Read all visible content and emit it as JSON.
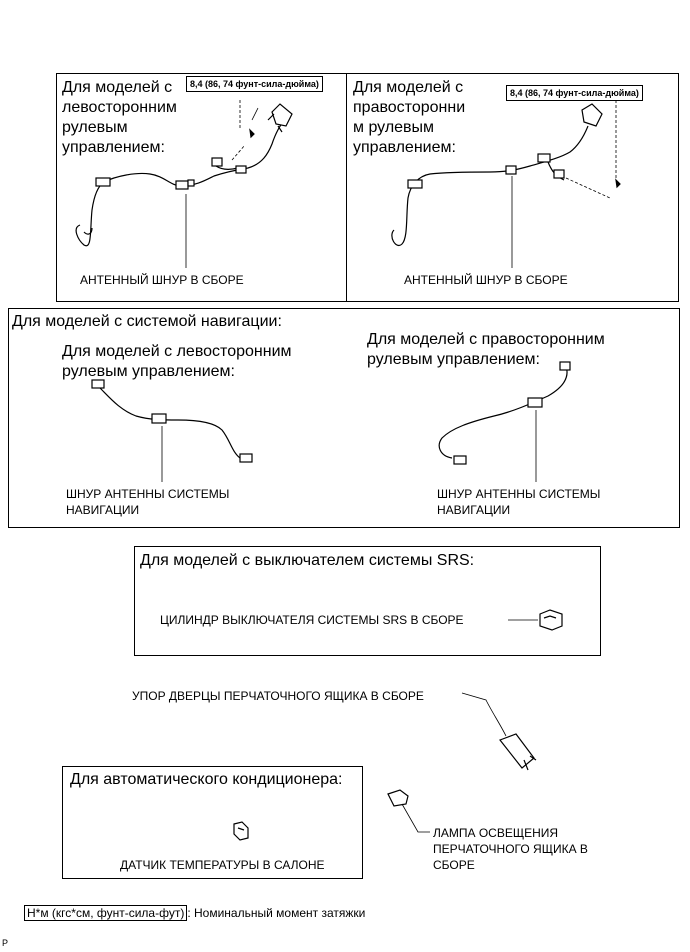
{
  "lhd_header": "Для моделей с левосторонним рулевым управлением:",
  "rhd_header": "Для моделей с правосторонни м рулевым управлением:",
  "torque_spec": "8,4 (86, 74 фунт-сила-дюйма)",
  "antenna_cord_label": "АНТЕННЫЙ ШНУР В СБОРЕ",
  "nav_header": "Для моделей с системой навигации:",
  "nav_lhd_header": "Для моделей с левосторонним рулевым управлением:",
  "nav_rhd_header": "Для моделей с правосторонним рулевым управлением:",
  "nav_cord_label": "ШНУР АНТЕННЫ СИСТЕМЫ НАВИГАЦИИ",
  "srs_header": "Для моделей с выключателем системы SRS:",
  "srs_cylinder_label": "ЦИЛИНДР ВЫКЛЮЧАТЕЛЯ СИСТЕМЫ SRS В СБОРЕ",
  "glovebox_stopper_label": "УПОР ДВЕРЦЫ ПЕРЧАТОЧНОГО ЯЩИКА В СБОРЕ",
  "auto_ac_header": "Для автоматического кондиционера:",
  "room_temp_sensor_label": "ДАТЧИК ТЕМПЕРАТУРЫ В САЛОНЕ",
  "glovebox_lamp_label": "ЛАМПА ОСВЕЩЕНИЯ ПЕРЧАТОЧНОГО ЯЩИКА В СБОРЕ",
  "legend_unit": "Н*м (кгс*см, фунт-сила-фут)",
  "legend_text": ": Номинальный момент затяжки",
  "corner_mark": "P"
}
